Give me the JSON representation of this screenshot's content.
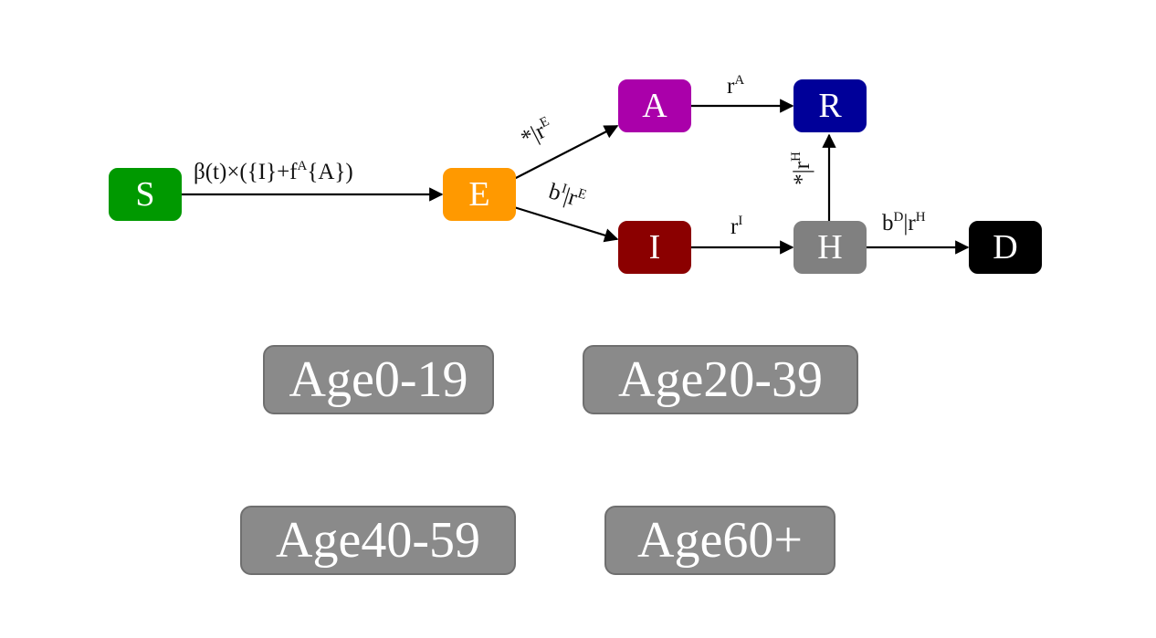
{
  "nodes": {
    "S": {
      "label": "S",
      "color": "#009900"
    },
    "E": {
      "label": "E",
      "color": "#ff9900"
    },
    "A": {
      "label": "A",
      "color": "#aa00aa"
    },
    "I": {
      "label": "I",
      "color": "#8b0000"
    },
    "R": {
      "label": "R",
      "color": "#000099"
    },
    "H": {
      "label": "H",
      "color": "#808080"
    },
    "D": {
      "label": "D",
      "color": "#000000"
    }
  },
  "edges": {
    "s_e": {
      "main": "β(t)×({I}+f",
      "sup": "A",
      "tail": "{A})"
    },
    "e_a": {
      "main": "*|r",
      "sup": "E"
    },
    "e_i": {
      "b": "b",
      "b_sup": "I",
      "main": "|r",
      "sup": "E"
    },
    "a_r": {
      "main": "r",
      "sup": "A"
    },
    "i_h": {
      "main": "r",
      "sup": "I"
    },
    "h_r": {
      "main": "*|r",
      "sup": "H"
    },
    "h_d": {
      "b": "b",
      "b_sup": "D",
      "main": "|r",
      "sup": "H"
    }
  },
  "age_groups": [
    "Age0-19",
    "Age20-39",
    "Age40-59",
    "Age60+"
  ]
}
